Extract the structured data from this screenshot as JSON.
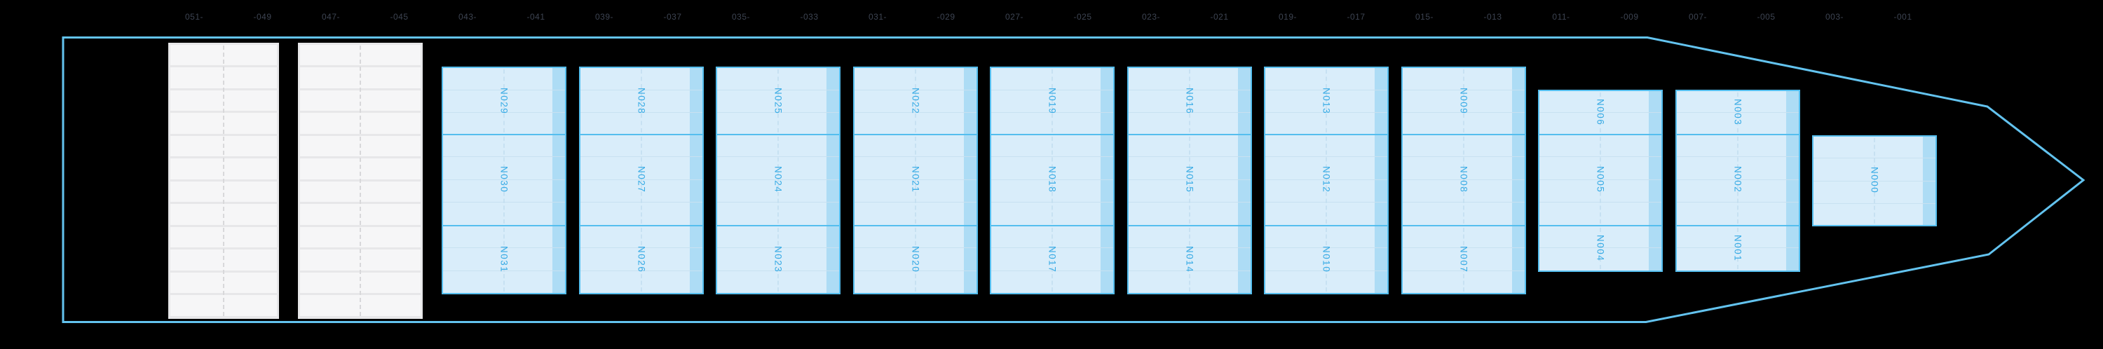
{
  "view": "vessel-deck-stowage-plan",
  "bay_labels": [
    "051-",
    "-049",
    "047-",
    "-045",
    "043-",
    "-041",
    "039-",
    "-037",
    "035-",
    "-033",
    "031-",
    "-029",
    "027-",
    "-025",
    "023-",
    "-021",
    "019-",
    "-017",
    "015-",
    "-013",
    "011-",
    "-009",
    "007-",
    "-005",
    "003-",
    "-001"
  ],
  "bays": [
    {
      "name": "bay-051-049",
      "kind": "empty",
      "row_start": 0,
      "row_count": 12,
      "blocks": []
    },
    {
      "name": "bay-047-045",
      "kind": "empty",
      "row_start": 0,
      "row_count": 12,
      "blocks": []
    },
    {
      "name": "bay-043-041",
      "kind": "stack",
      "row_start": 1,
      "blocks": [
        {
          "label": "N029",
          "rows": 3
        },
        {
          "label": "N030",
          "rows": 4
        },
        {
          "label": "N031",
          "rows": 3
        }
      ]
    },
    {
      "name": "bay-039-037",
      "kind": "stack",
      "row_start": 1,
      "blocks": [
        {
          "label": "N028",
          "rows": 3
        },
        {
          "label": "N027",
          "rows": 4
        },
        {
          "label": "N026",
          "rows": 3
        }
      ]
    },
    {
      "name": "bay-035-033",
      "kind": "stack",
      "row_start": 1,
      "blocks": [
        {
          "label": "N025",
          "rows": 3
        },
        {
          "label": "N024",
          "rows": 4
        },
        {
          "label": "N023",
          "rows": 3
        }
      ]
    },
    {
      "name": "bay-031-029",
      "kind": "stack",
      "row_start": 1,
      "blocks": [
        {
          "label": "N022",
          "rows": 3
        },
        {
          "label": "N021",
          "rows": 4
        },
        {
          "label": "N020",
          "rows": 3
        }
      ]
    },
    {
      "name": "bay-027-025",
      "kind": "stack",
      "row_start": 1,
      "blocks": [
        {
          "label": "N019",
          "rows": 3
        },
        {
          "label": "N018",
          "rows": 4
        },
        {
          "label": "N017",
          "rows": 3
        }
      ]
    },
    {
      "name": "bay-023-021",
      "kind": "stack",
      "row_start": 1,
      "blocks": [
        {
          "label": "N016",
          "rows": 3
        },
        {
          "label": "N015",
          "rows": 4
        },
        {
          "label": "N014",
          "rows": 3
        }
      ]
    },
    {
      "name": "bay-019-017",
      "kind": "stack",
      "row_start": 1,
      "blocks": [
        {
          "label": "N013",
          "rows": 3
        },
        {
          "label": "N012",
          "rows": 4
        },
        {
          "label": "N010",
          "rows": 3
        }
      ]
    },
    {
      "name": "bay-015-013",
      "kind": "stack",
      "row_start": 1,
      "blocks": [
        {
          "label": "N009",
          "rows": 3
        },
        {
          "label": "N008",
          "rows": 4
        },
        {
          "label": "N007",
          "rows": 3
        }
      ]
    },
    {
      "name": "bay-011-009",
      "kind": "stack",
      "row_start": 2,
      "blocks": [
        {
          "label": "N006",
          "rows": 2
        },
        {
          "label": "N005",
          "rows": 4
        },
        {
          "label": "N004",
          "rows": 2
        }
      ]
    },
    {
      "name": "bay-007-005",
      "kind": "stack",
      "row_start": 2,
      "blocks": [
        {
          "label": "N003",
          "rows": 2
        },
        {
          "label": "N002",
          "rows": 4
        },
        {
          "label": "N001",
          "rows": 2
        }
      ]
    },
    {
      "name": "bay-003-001",
      "kind": "stack",
      "row_start": 4,
      "blocks": [
        {
          "label": "N000",
          "rows": 4
        }
      ]
    }
  ],
  "colors": {
    "background": "#000000",
    "hull_outline": "#63c3ef",
    "cargo_fill": "#d9edfa",
    "cargo_border": "#55beee",
    "cargo_strip": "#addcf5",
    "cargo_text": "#38abe5",
    "empty_cell": "#f6f6f7",
    "empty_frame": "#e7e7e9",
    "bay_label_text": "#3d4452"
  }
}
